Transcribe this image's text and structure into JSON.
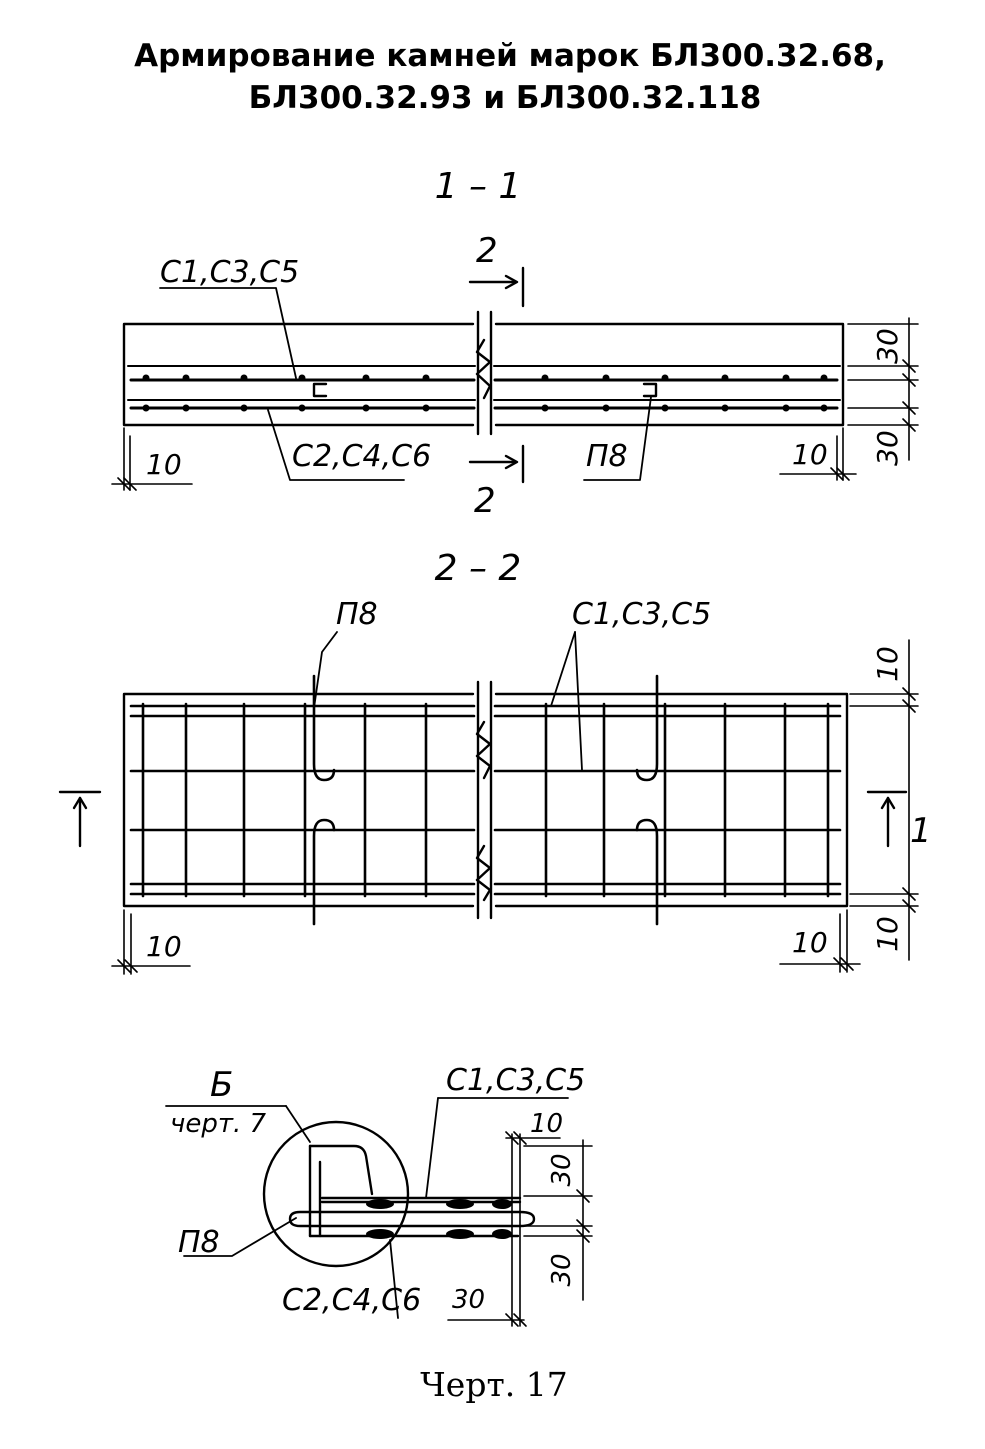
{
  "title": {
    "line1": "Армирование камней марок БЛ300.32.68,",
    "line2": "БЛ300.32.93 и БЛ300.32.118"
  },
  "section_1": {
    "label": "1 – 1",
    "mark_upper": "С1,С3,С5",
    "mark_lower": "С2,С4,С6",
    "mark_loop": "П8",
    "cut_label": "2",
    "dim_left": "10",
    "dim_right": "10",
    "dim_top": "30",
    "dim_bottom": "30"
  },
  "section_2": {
    "label": "2 – 2",
    "mark_loop": "П8",
    "mark_mesh": "С1,С3,С5",
    "cut_label": "1",
    "dim_left": "10",
    "dim_right": "10",
    "dim_top": "10",
    "dim_bottom": "10"
  },
  "detail_b": {
    "label": "Б",
    "ref": "черт. 7",
    "mark_upper": "С1,С3,С5",
    "mark_loop": "П8",
    "mark_lower": "С2,С4,С6",
    "dim_top": "10",
    "dim_mid_upper": "30",
    "dim_mid_lower": "30",
    "dim_bottom": "30"
  },
  "caption": "Черт. 17"
}
